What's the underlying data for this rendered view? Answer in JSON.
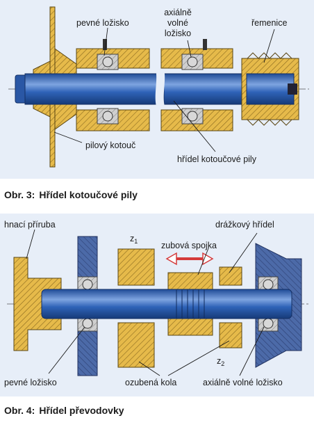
{
  "figure_top": {
    "caption_number": "Obr. 3:",
    "caption_title": "Hřídel kotoučové pily",
    "labels": {
      "fixed_bearing": "pevné ložisko",
      "axial_free_line1": "axiálně",
      "axial_free_line2": "volné",
      "axial_free_line3": "ložisko",
      "pulley": "řemenice",
      "saw_blade": "pilový kotouč",
      "saw_shaft": "hřídel kotoučové pily"
    }
  },
  "figure_bottom": {
    "caption_number": "Obr. 4:",
    "caption_title": "Hřídel převodovky",
    "labels": {
      "drive_flange": "hnací příruba",
      "gear1_z": "z",
      "gear1_sub": "1",
      "tooth_coupling": "zubová spojka",
      "splined_shaft": "drážkový hřídel",
      "gear2_z": "z",
      "gear2_sub": "2",
      "fixed_bearing": "pevné ložisko",
      "gears": "ozubená kola",
      "axial_free_bearing": "axiálně volné ložisko"
    }
  },
  "colors": {
    "shaft": "#2f63b8",
    "shaft_highlight": "#7ea4e0",
    "part_yellow": "#e6ba4a",
    "bearing_grey": "#c9c9c9",
    "housing_blue": "#4c6aa8",
    "housing_dark": "#2c3f73",
    "background": "#e7eef8",
    "arrow_red": "#d43a3a"
  }
}
